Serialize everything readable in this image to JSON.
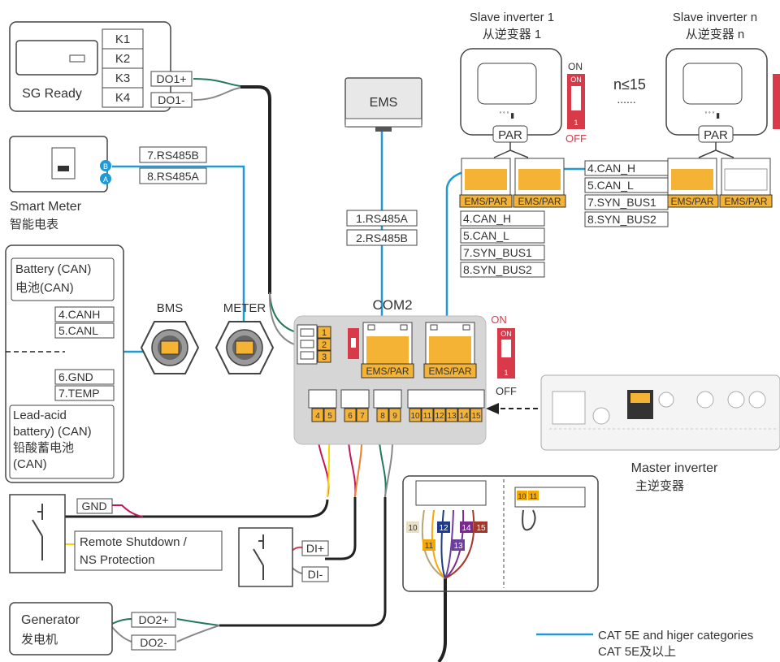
{
  "sg_ready": {
    "label": "SG Ready",
    "relays": [
      "K1",
      "K2",
      "K3",
      "K4"
    ],
    "do1_plus": "DO1+",
    "do1_minus": "DO1-"
  },
  "smart_meter": {
    "label_en": "Smart Meter",
    "label_cn": "智能电表",
    "port_b": "B",
    "port_a": "A",
    "line_b": "7.RS485B",
    "line_a": "8.RS485A"
  },
  "battery": {
    "can_label": "Battery (CAN)",
    "can_label_cn": "电池(CAN)",
    "canh": "4.CANH",
    "canl": "5.CANL",
    "gnd": "6.GND",
    "temp": "7.TEMP",
    "lead_acid_1": "Lead-acid",
    "lead_acid_2": "battery) (CAN)",
    "lead_acid_cn": "铅酸蓄电池",
    "lead_acid_3": "(CAN)"
  },
  "bms": {
    "label": "BMS"
  },
  "meter": {
    "label": "METER"
  },
  "ems": {
    "label": "EMS",
    "line1": "1.RS485A",
    "line2": "2.RS485B"
  },
  "com2": {
    "label": "COM2",
    "pins_top": [
      "1",
      "2",
      "3"
    ],
    "ems_par": "EMS/PAR",
    "pins_bottom": [
      "4",
      "5",
      "6",
      "7",
      "8",
      "9",
      "10",
      "11",
      "12",
      "13",
      "14",
      "15"
    ]
  },
  "switch": {
    "on": "ON",
    "off": "OFF",
    "one": "1"
  },
  "slave1": {
    "title_en": "Slave inverter 1",
    "title_cn": "从逆变器 1",
    "par": "PAR"
  },
  "slaven": {
    "title_en": "Slave inverter n",
    "title_cn": "从逆变器 n",
    "par": "PAR"
  },
  "parallel": {
    "limit": "n≤15",
    "dots": "......",
    "ems_par": "EMS/PAR",
    "lines_a": [
      "4.CAN_H",
      "5.CAN_L",
      "7.SYN_BUS1",
      "8.SYN_BUS2"
    ],
    "lines_b": [
      "4.CAN_H",
      "5.CAN_L",
      "7.SYN_BUS1",
      "8.SYN_BUS2"
    ]
  },
  "master": {
    "label_en": "Master inverter",
    "label_cn": "主逆变器"
  },
  "remote": {
    "gnd": "GND",
    "line1": "Remote Shutdown /",
    "line2": "NS Protection"
  },
  "di": {
    "plus": "DI+",
    "minus": "DI-"
  },
  "generator": {
    "label_en": "Generator",
    "label_cn": "发电机",
    "do2_plus": "DO2+",
    "do2_minus": "DO2-"
  },
  "detail": {
    "pins": [
      "10",
      "11",
      "12",
      "13",
      "14",
      "15"
    ],
    "right_pins": [
      "10",
      "11"
    ]
  },
  "legend": {
    "line1": "CAT 5E and higer categories",
    "line2": "CAT 5E及以上"
  },
  "colors": {
    "cat5": "#1e9ad6",
    "orange": "#f5b335",
    "red": "#d83a4a",
    "dark": "#222222"
  }
}
